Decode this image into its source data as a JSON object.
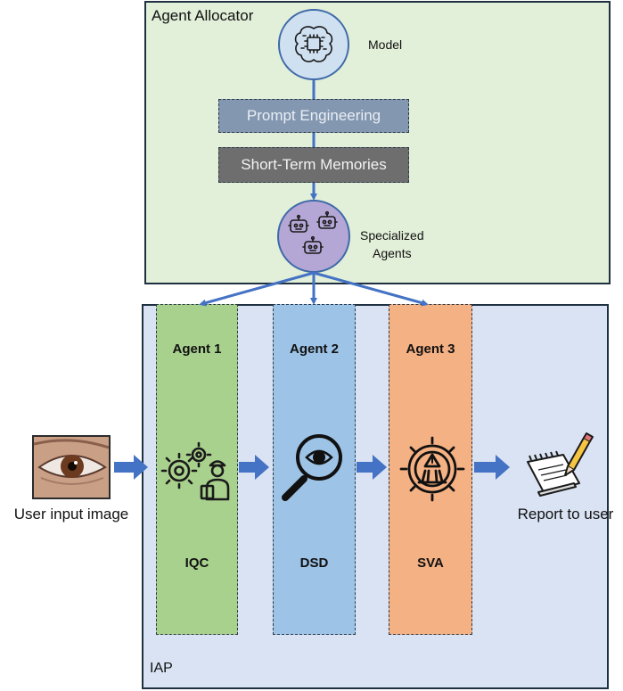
{
  "allocator": {
    "title": "Agent Allocator",
    "model_label": "Model",
    "model_icon": "brain-chip-icon",
    "prompt_engineering": "Prompt Engineering",
    "short_term_memories": "Short-Term Memories",
    "agents_label_line1": "Specialized",
    "agents_label_line2": "Agents",
    "agents_icon": "robots-icon"
  },
  "pipeline": {
    "panel_label": "IAP",
    "input_label": "User input image",
    "output_label": "Report to user",
    "agents": [
      {
        "title": "Agent 1",
        "code": "IQC",
        "icon": "gears-worker-icon",
        "color": "#a9d18e"
      },
      {
        "title": "Agent 2",
        "code": "DSD",
        "icon": "magnifier-eye-icon",
        "color": "#9dc3e6"
      },
      {
        "title": "Agent 3",
        "code": "SVA",
        "icon": "gear-warning-icon",
        "color": "#f4b183"
      }
    ]
  },
  "colors": {
    "allocator_bg": "#e2efd9",
    "iap_bg": "#dae3f3",
    "arrow": "#4472c4",
    "prompt_box": "#8497b0",
    "memory_box": "#6e6e6e",
    "agents_circle": "#b4a7d6",
    "model_circle": "#cfe0f1"
  }
}
